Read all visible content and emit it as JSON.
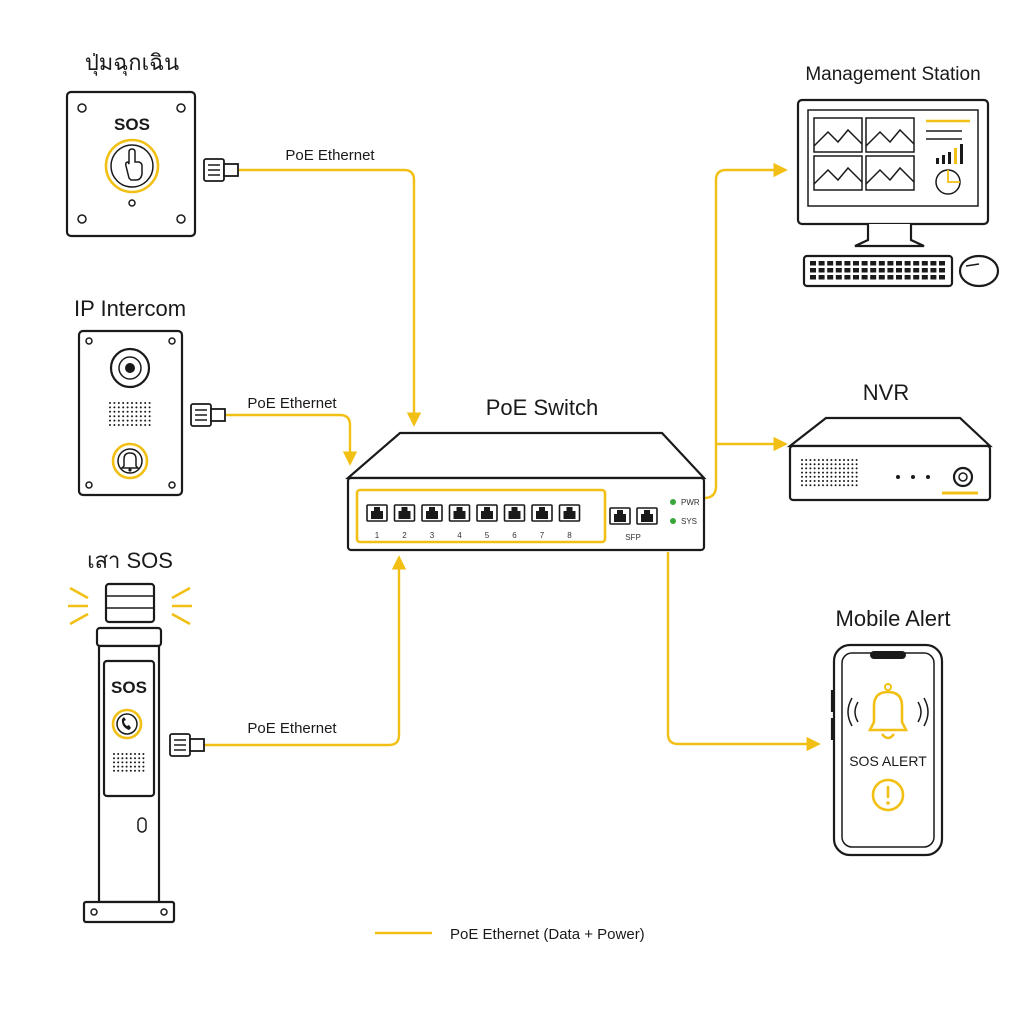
{
  "colors": {
    "accent": "#f2c014",
    "ink": "#1a1a1a",
    "led": "#3aa53a"
  },
  "devices": {
    "panic_button": {
      "title": "ปุ่มฉุกเฉิน",
      "label": "SOS",
      "icon": "hand-pointer-icon"
    },
    "intercom": {
      "title": "IP Intercom",
      "icon": "bell-icon"
    },
    "sos_pole": {
      "title": "เสา SOS",
      "label": "SOS",
      "icon": "phone-icon"
    },
    "switch": {
      "title": "PoE Switch",
      "ports": [
        "1",
        "2",
        "3",
        "4",
        "5",
        "6",
        "7",
        "8"
      ],
      "sfp_label": "SFP",
      "pwr_label": "PWR",
      "sys_label": "SYS"
    },
    "management": {
      "title": "Management Station"
    },
    "nvr": {
      "title": "NVR"
    },
    "mobile": {
      "title": "Mobile Alert",
      "alert_text": "SOS ALERT",
      "icon": "bell-icon"
    }
  },
  "links": {
    "panic_link": "PoE Ethernet",
    "intercom_link": "PoE Ethernet",
    "pole_link": "PoE Ethernet"
  },
  "legend": {
    "label": "PoE Ethernet (Data + Power)"
  }
}
